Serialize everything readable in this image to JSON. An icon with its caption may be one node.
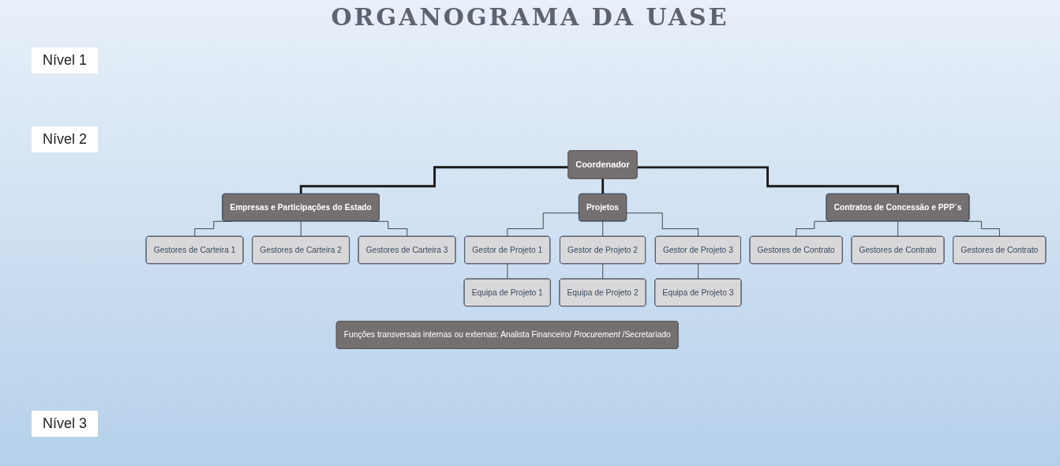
{
  "diagram": {
    "title": "ORGANOGRAMA DA UASE",
    "nodes": [
      {
        "text": [
          "Coordenador"
        ]
      },
      {
        "text": [
          "Empresas e Participações do Estado"
        ]
      },
      {
        "text": [
          "Gestores de Carteira 1"
        ]
      },
      {
        "text": [
          "Gestores de Carteira 2"
        ]
      },
      {
        "text": [
          "Gestores de Carteira 3"
        ]
      },
      {
        "text": [
          "Projetos"
        ]
      },
      {
        "text": [
          "Gestor de Projeto 1"
        ]
      },
      {
        "text": [
          "Equipa de Projeto 1"
        ]
      },
      {
        "text": [
          "Gestor de Projeto 2"
        ]
      },
      {
        "text": [
          "Equipa de Projeto 2"
        ]
      },
      {
        "text": [
          "Gestor de Projeto 3"
        ]
      },
      {
        "text": [
          "Equipa de Projeto 3"
        ]
      },
      {
        "text": [
          "Contratos de Concessão e PPP´s"
        ]
      },
      {
        "text": [
          "Gestores de Contrato"
        ]
      },
      {
        "text": [
          "Gestores de Contrato"
        ]
      },
      {
        "text": [
          "Gestores de Contrato"
        ]
      },
      {
        "text": [
          "Funções transversais internas ou  externas: Analista Financeiro/ *Procurement* /Secretariado"
        ]
      }
    ],
    "edges": [
      {
        "from": 0,
        "to": 1,
        "arrow": "none",
        "style": "thick"
      },
      {
        "from": 0,
        "to": 5,
        "arrow": "none",
        "style": "thick"
      },
      {
        "from": 0,
        "to": 12,
        "arrow": "none",
        "style": "thick"
      },
      {
        "from": 1,
        "to": 2,
        "arrow": "none"
      },
      {
        "from": 1,
        "to": 3,
        "arrow": "none"
      },
      {
        "from": 1,
        "to": 4,
        "arrow": "none"
      },
      {
        "from": 5,
        "to": 6,
        "arrow": "none"
      },
      {
        "from": 5,
        "to": 8,
        "arrow": "none"
      },
      {
        "from": 5,
        "to": 10,
        "arrow": "none"
      },
      {
        "from": 6,
        "to": 7,
        "arrow": "none"
      },
      {
        "from": 8,
        "to": 9,
        "arrow": "none"
      },
      {
        "from": 10,
        "to": 11,
        "arrow": "none"
      },
      {
        "from": 12,
        "to": 13,
        "arrow": "none"
      },
      {
        "from": 12,
        "to": 14,
        "arrow": "none"
      },
      {
        "from": 12,
        "to": 15,
        "arrow": "none"
      }
    ],
    "labels": [
      "Nível 1",
      "Nível 2",
      "Nível 3"
    ]
  }
}
